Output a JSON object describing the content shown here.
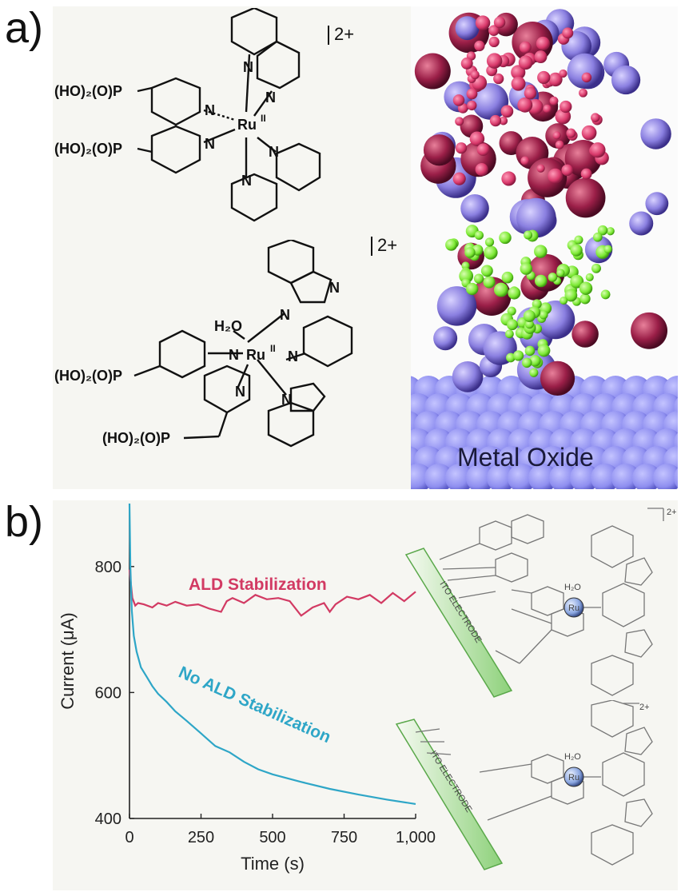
{
  "panel_a": {
    "label": "a)",
    "complex1": {
      "charge": "2+",
      "ligand_top": "(HO)₂(O)P",
      "ligand_bottom": "(HO)₂(O)P",
      "metal": "Ru",
      "oxidation": "II",
      "N": "N"
    },
    "complex2": {
      "charge": "2+",
      "water": "H₂O",
      "ligand_top": "(HO)₂(O)P",
      "ligand_bottom": "(HO)₂(O)P",
      "metal": "Ru",
      "oxidation": "II",
      "N": "N"
    },
    "render_label": "Metal Oxide",
    "colors": {
      "pink": "#d8386a",
      "green": "#7ae832",
      "purple": "#8a7fe0",
      "blue_surface": "#8f8ff0"
    }
  },
  "panel_b": {
    "label": "b)",
    "chart_data": {
      "type": "line",
      "xlabel": "Time (s)",
      "ylabel": "Current (μA)",
      "xlim": [
        0,
        1000
      ],
      "ylim": [
        400,
        900
      ],
      "xticks": [
        "0",
        "250",
        "500",
        "750",
        "1,000"
      ],
      "yticks": [
        "400",
        "600",
        "800"
      ],
      "series": [
        {
          "name": "ALD Stabilization",
          "color": "#d23a63",
          "x": [
            0,
            10,
            20,
            30,
            50,
            80,
            100,
            130,
            160,
            200,
            240,
            280,
            320,
            340,
            360,
            400,
            440,
            480,
            520,
            560,
            600,
            640,
            680,
            700,
            720,
            760,
            800,
            840,
            880,
            920,
            960,
            1000
          ],
          "y": [
            795,
            750,
            738,
            742,
            740,
            735,
            742,
            738,
            744,
            738,
            740,
            733,
            728,
            745,
            750,
            742,
            755,
            748,
            750,
            745,
            722,
            735,
            742,
            728,
            740,
            752,
            748,
            755,
            742,
            758,
            745,
            760
          ]
        },
        {
          "name": "No ALD Stabilization",
          "color": "#2ea6c7",
          "x": [
            0,
            3,
            8,
            15,
            25,
            40,
            60,
            80,
            100,
            130,
            160,
            200,
            250,
            300,
            350,
            400,
            450,
            500,
            600,
            700,
            800,
            900,
            1000
          ],
          "y": [
            900,
            800,
            730,
            690,
            665,
            640,
            625,
            610,
            598,
            585,
            570,
            555,
            535,
            515,
            505,
            490,
            478,
            470,
            458,
            447,
            438,
            430,
            423
          ]
        }
      ]
    },
    "schemes": [
      {
        "charge": "2+",
        "electrode": "ITO ELECTRODE",
        "water": "H₂O",
        "metal": "Ru"
      },
      {
        "charge": "2+",
        "electrode": "ITO ELECTRODE",
        "water": "H₂O",
        "metal": "Ru"
      }
    ]
  }
}
